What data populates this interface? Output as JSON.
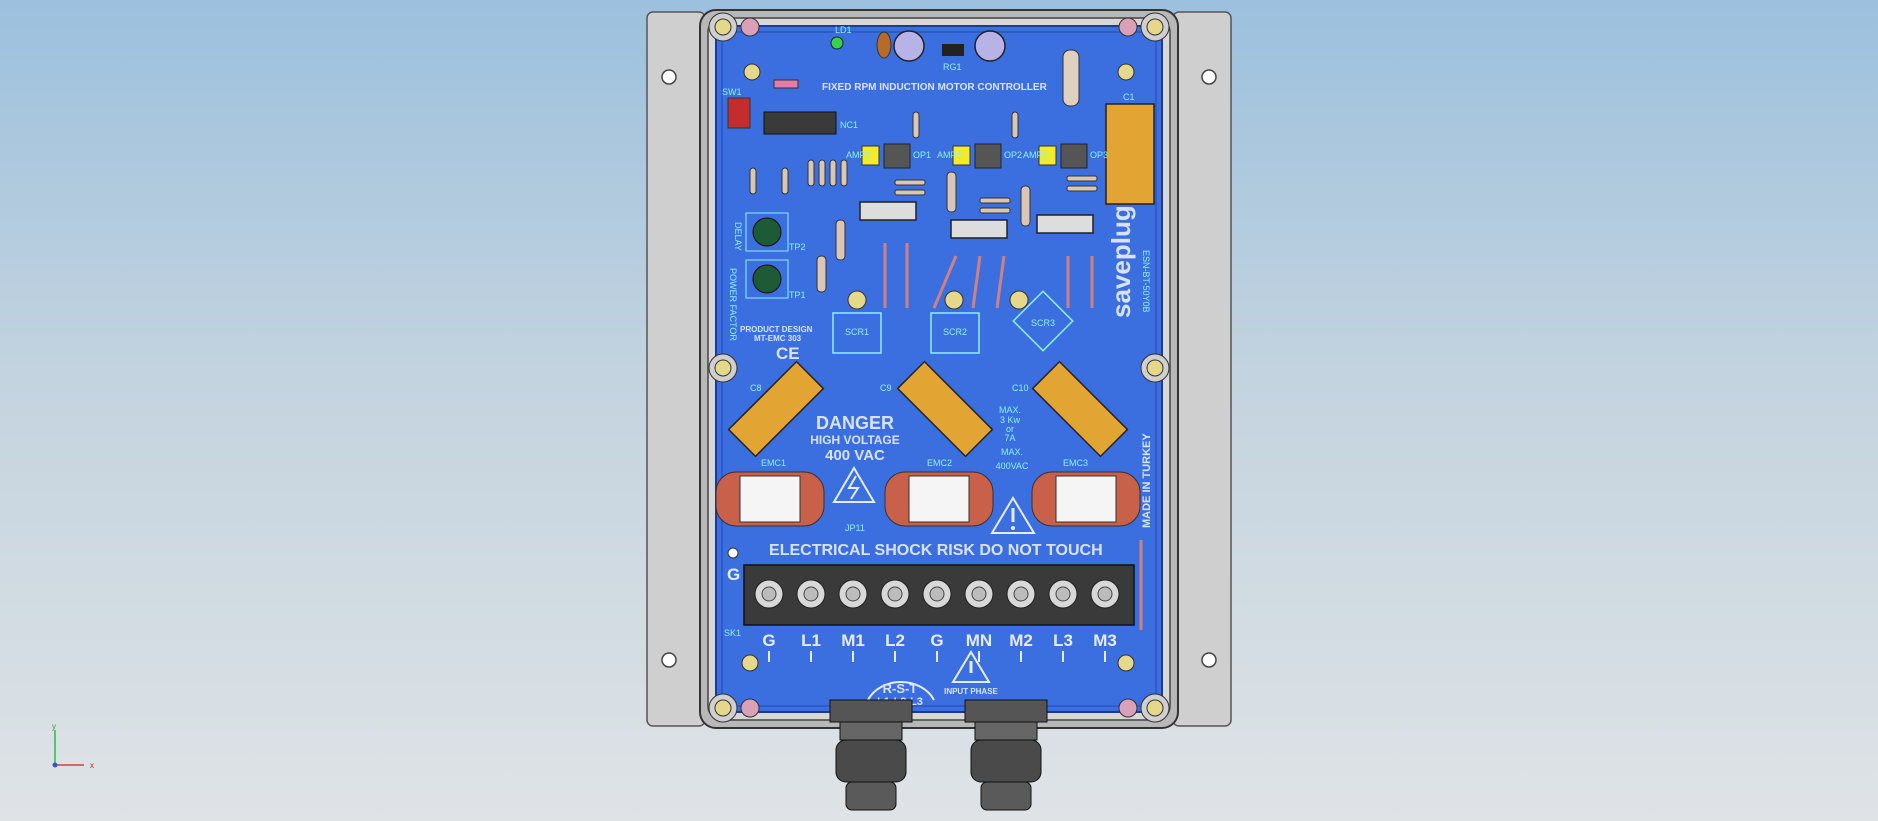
{
  "board": {
    "title": "FIXED RPM INDUCTION MOTOR CONTROLLER",
    "brand": "saveplug",
    "board_code": "ESN-BT-50Y0B",
    "made_in": "MADE IN TURKEY",
    "product_design": "PRODUCT DESIGN",
    "design_code": "MT-EMC 303",
    "ce_mark": "CE",
    "danger_title": "DANGER",
    "danger_line2": "HIGH VOLTAGE",
    "danger_line3": "400 VAC",
    "rating_line1": "MAX.",
    "rating_line2": "3 Kw",
    "rating_line3": "or",
    "rating_line4": "7A",
    "max_voltage_line1": "MAX.",
    "max_voltage_line2": "400VAC",
    "shock_text": "ELECTRICAL SHOCK RISK",
    "do_not_touch": "DO NOT TOUCH",
    "phase_label": "R-S-T",
    "phase_sub": "L1-L2-L3",
    "input_phase": "INPUT PHASE",
    "ground_symbol": "G",
    "delay_label": "DELAY",
    "power_factor_label": "POWER FACTOR",
    "ic_label": "NC1",
    "switch_label": "SW1",
    "led_label": "LD1",
    "regulator_label": "RG1",
    "capacitor_label": "C1",
    "jumper_label": "JP11",
    "sk_label": "SK1",
    "terminals": [
      "G",
      "L1",
      "M1",
      "L2",
      "G",
      "MN",
      "M2",
      "L3",
      "M3"
    ],
    "scr_labels": [
      "SCR1",
      "SCR2",
      "SCR3"
    ],
    "emc_labels": [
      "EMC1",
      "EMC2",
      "EMC3"
    ],
    "big_cap_labels": [
      "C8",
      "C9",
      "C10"
    ],
    "amp_labels": [
      "AMP1",
      "AMP2",
      "AMP3"
    ],
    "opto_labels": [
      "OP1",
      "OP2",
      "OP3"
    ],
    "trim_labels": [
      "TP2",
      "TP1"
    ]
  },
  "axis": {
    "x": "x",
    "y": "y"
  },
  "colors": {
    "pcb": "#3b6fe0",
    "pcb_dark": "#2a55c0",
    "silk": "#8ff0f0",
    "copper": "#c8604a",
    "cap_yellow": "#e2a534",
    "enclosure": "#c9c9c9"
  }
}
